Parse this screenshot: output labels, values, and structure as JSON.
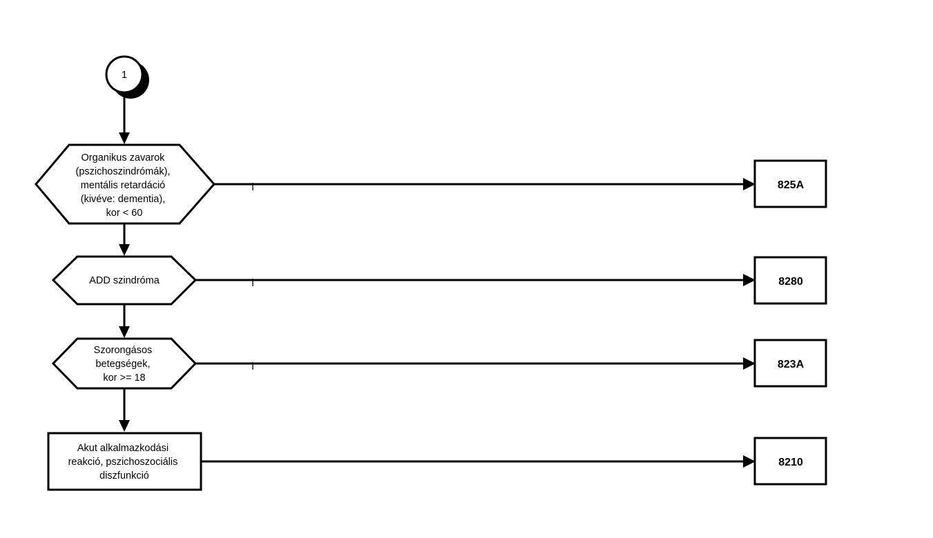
{
  "connector": {
    "label": "1"
  },
  "decisions": [
    {
      "lines": [
        "Organikus zavarok",
        "(pszichoszindrómák),",
        "mentális retardáció",
        "(kivéve: dementia),",
        "kor < 60"
      ],
      "branch_label": "i",
      "target": "825A"
    },
    {
      "lines": [
        "ADD szindróma"
      ],
      "branch_label": "i",
      "target": "8280"
    },
    {
      "lines": [
        "Szorongásos",
        "betegségek,",
        "kor >= 18"
      ],
      "branch_label": "i",
      "target": "823A"
    }
  ],
  "process": {
    "lines": [
      "Akut alkalmazkodási",
      "reakció, pszichoszociális",
      "diszfunkció"
    ],
    "target": "8210"
  }
}
